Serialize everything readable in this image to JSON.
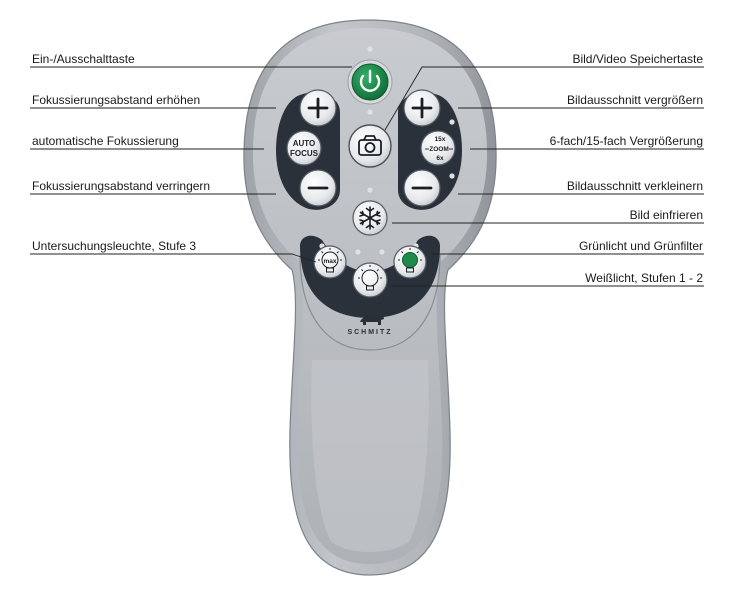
{
  "labels": {
    "power": "Ein-/Ausschalttaste",
    "focus_plus": "Fokussierungsabstand erhöhen",
    "autofocus": "automatische Fokussierung",
    "focus_minus": "Fokussierungsabstand verringern",
    "exam_light": "Untersuchungsleuchte, Stufe 3",
    "save": "Bild/Video Speichertaste",
    "zoom_plus": "Bildausschnitt vergrößern",
    "zoom_factor": "6-fach/15-fach Vergrößerung",
    "zoom_minus": "Bildausschnitt verkleinern",
    "freeze": "Bild einfrieren",
    "green_light": "Grünlicht und Grünfilter",
    "white_light": "Weißlicht, Stufen 1 - 2"
  },
  "buttons": {
    "autofocus_line1": "AUTO",
    "autofocus_line2": "FOCUS",
    "zoom_top": "15x",
    "zoom_mid": "ZOOM",
    "zoom_bottom": "6x",
    "max_label": "max"
  },
  "brand": {
    "name": "SCHMITZ"
  },
  "colors": {
    "body": "#b4b8bd",
    "panel": "#2b313a",
    "button": "#eef0f2",
    "power_green": "#1f8a4a",
    "green_dot": "#1f8a4a"
  }
}
